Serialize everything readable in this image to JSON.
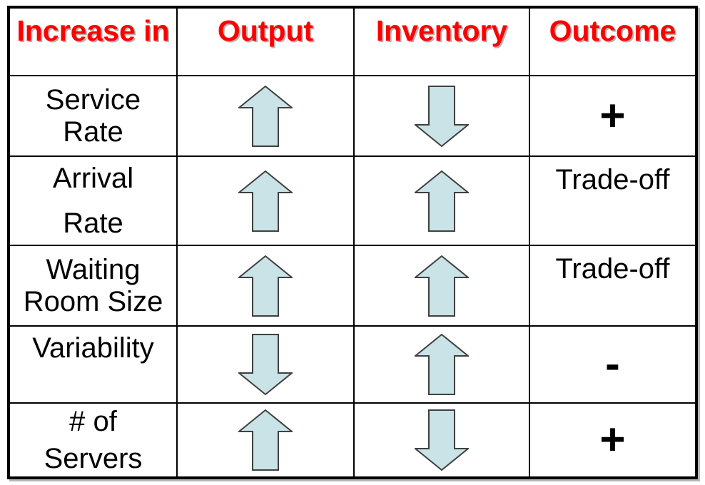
{
  "table": {
    "headers": [
      "Increase in",
      "Output",
      "Inventory",
      "Outcome"
    ],
    "rows": [
      {
        "label_lines": [
          "Service",
          "Rate"
        ],
        "output": "up",
        "inventory": "down",
        "outcome": "+"
      },
      {
        "label_lines": [
          "Arrival",
          "Rate"
        ],
        "output": "up",
        "inventory": "up",
        "outcome": "Trade-off"
      },
      {
        "label_lines": [
          "Waiting",
          "Room Size"
        ],
        "output": "up",
        "inventory": "up",
        "outcome": "Trade-off"
      },
      {
        "label_lines": [
          "Variability"
        ],
        "output": "down",
        "inventory": "up",
        "outcome": "-"
      },
      {
        "label_lines": [
          "# of",
          "Servers"
        ],
        "output": "up",
        "inventory": "down",
        "outcome": "+"
      }
    ],
    "colors": {
      "header_text": "#ff0000",
      "arrow_fill": "#c9e3e6",
      "arrow_stroke": "#404040",
      "grid_lines": "#000000"
    }
  }
}
